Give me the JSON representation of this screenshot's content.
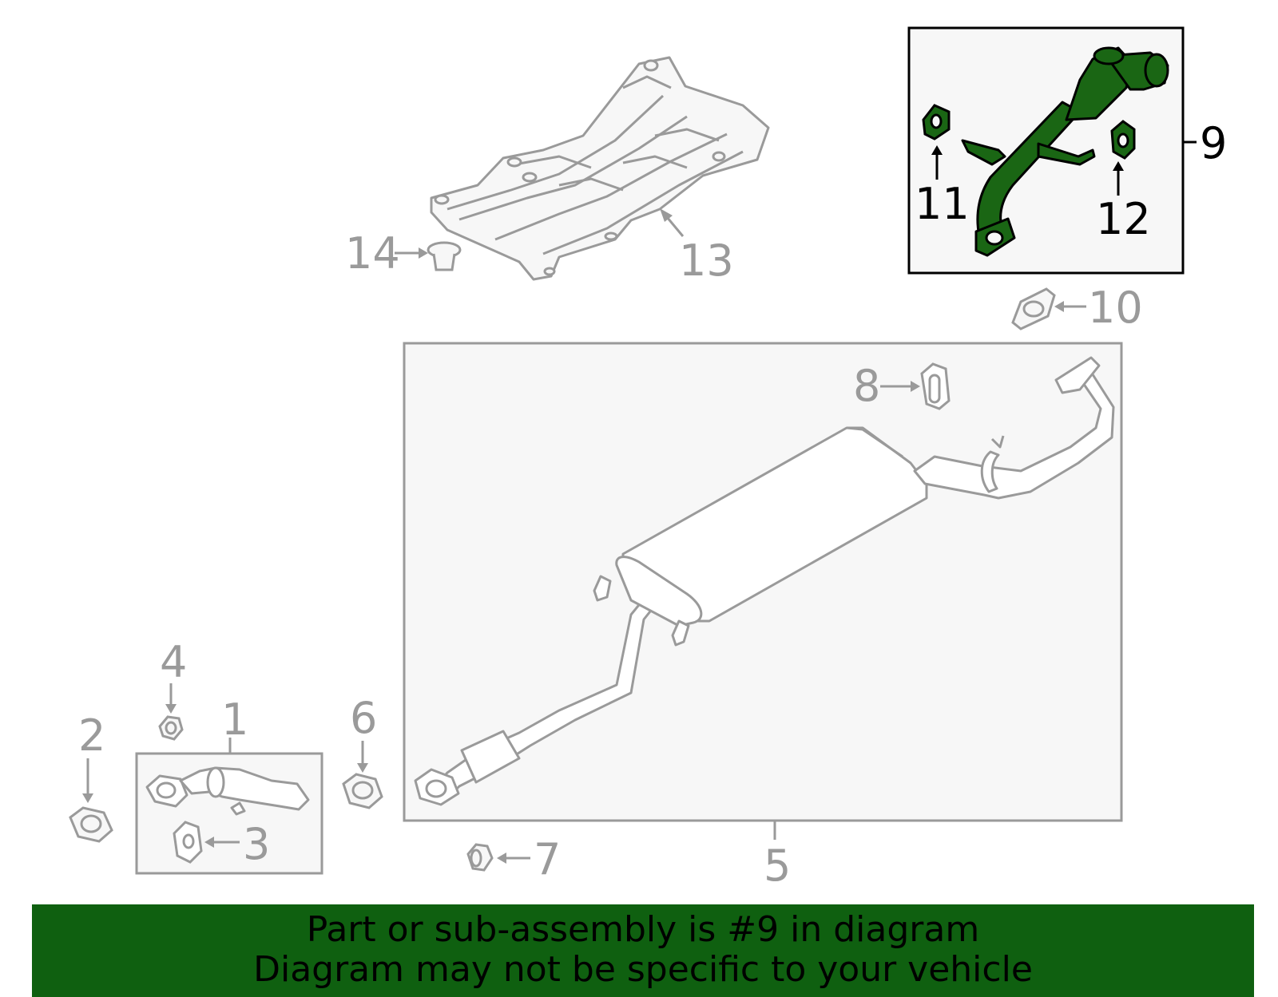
{
  "callouts": {
    "c1": "1",
    "c2": "2",
    "c3": "3",
    "c4": "4",
    "c5": "5",
    "c6": "6",
    "c7": "7",
    "c8": "8",
    "c9": "9",
    "c10": "10",
    "c11": "11",
    "c12": "12",
    "c13": "13",
    "c14": "14"
  },
  "banner": {
    "line1": "Part or sub-assembly is #9 in diagram",
    "line2": "Diagram may not be specific to your vehicle"
  },
  "colors": {
    "highlight": "#0f6010",
    "part_outline": "#9a9a9a",
    "box_fill": "#f7f7f7",
    "highlight_fill": "#1a6614"
  }
}
